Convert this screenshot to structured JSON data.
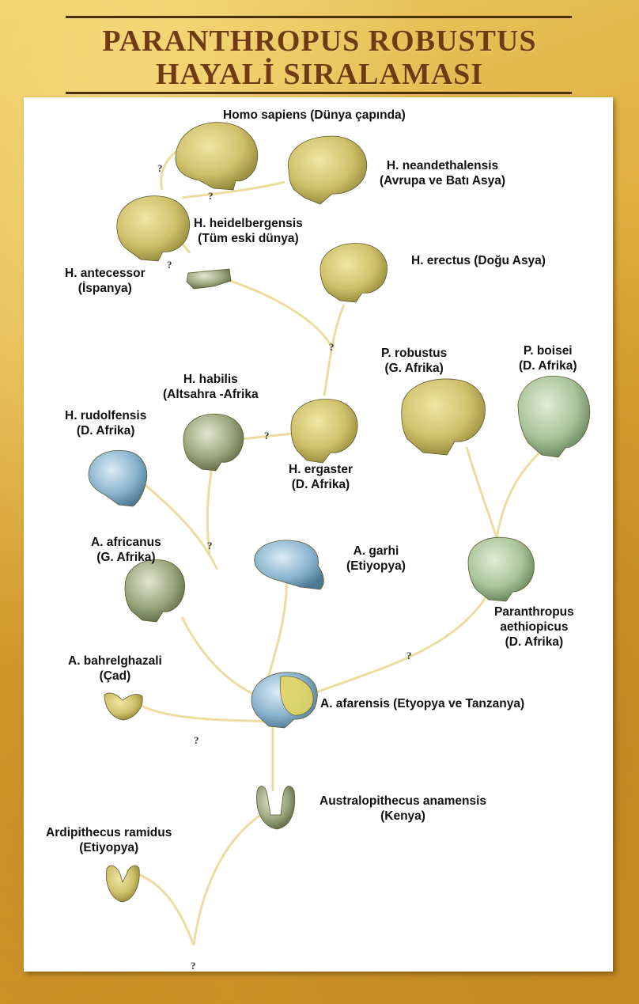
{
  "header": {
    "title_line1": "PARANTHROPUS ROBUSTUS",
    "title_line2": "HAYALİ SIRALAMASI"
  },
  "colors": {
    "background": "#e2b03a",
    "title": "#6f3b14",
    "branch": "#ecdca0",
    "skull_yellow": "#cfc06a",
    "skull_green": "#a9c49a",
    "skull_blue": "#8ab4cf",
    "skull_gray": "#9aa67e"
  },
  "question_mark": "?",
  "species": [
    {
      "id": "homo-sapiens",
      "line1": "Homo sapiens (Dünya çapında)",
      "line2": "",
      "skull_color": "yellow"
    },
    {
      "id": "h-neandethalensis",
      "line1": "H. neandethalensis",
      "line2": "(Avrupa ve Batı Asya)",
      "skull_color": "yellow"
    },
    {
      "id": "h-heidelbergensis",
      "line1": "H. heidelbergensis",
      "line2": "(Tüm eski dünya)",
      "skull_color": "yellow"
    },
    {
      "id": "h-antecessor",
      "line1": "H. antecessor",
      "line2": "(İspanya)",
      "skull_color": "gray"
    },
    {
      "id": "h-erectus",
      "line1": "H. erectus (Doğu Asya)",
      "line2": "",
      "skull_color": "yellow"
    },
    {
      "id": "p-robustus",
      "line1": "P. robustus",
      "line2": "(G. Afrika)",
      "skull_color": "yellow"
    },
    {
      "id": "p-boisei",
      "line1": "P. boisei",
      "line2": "(D. Afrika)",
      "skull_color": "green"
    },
    {
      "id": "h-habilis",
      "line1": "H. habilis",
      "line2": "(Altsahra -Afrika",
      "skull_color": "gray"
    },
    {
      "id": "h-rudolfensis",
      "line1": "H. rudolfensis",
      "line2": "(D. Afrika)",
      "skull_color": "blue"
    },
    {
      "id": "h-ergaster",
      "line1": "H. ergaster",
      "line2": "(D. Afrika)",
      "skull_color": "yellow"
    },
    {
      "id": "a-africanus",
      "line1": "A. africanus",
      "line2": "(G. Afrika)",
      "skull_color": "gray"
    },
    {
      "id": "a-garhi",
      "line1": "A. garhi",
      "line2": "(Etiyopya)",
      "skull_color": "blue"
    },
    {
      "id": "paranthropus-aethiopicus",
      "line1": "Paranthropus",
      "line2": "aethiopicus",
      "line3": "(D. Afrika)",
      "skull_color": "green"
    },
    {
      "id": "a-bahrelghazali",
      "line1": "A. bahrelghazali",
      "line2": "(Çad)",
      "skull_color": "yellow"
    },
    {
      "id": "a-afarensis",
      "line1": "A. afarensis (Etyopya ve Tanzanya)",
      "line2": "",
      "skull_color": "blue"
    },
    {
      "id": "australopithecus-anamensis",
      "line1": "Australopithecus anamensis",
      "line2": "(Kenya)",
      "skull_color": "gray"
    },
    {
      "id": "ardipithecus-ramidus",
      "line1": "Ardipithecus ramidus",
      "line2": "(Etiyopya)",
      "skull_color": "yellow"
    }
  ]
}
